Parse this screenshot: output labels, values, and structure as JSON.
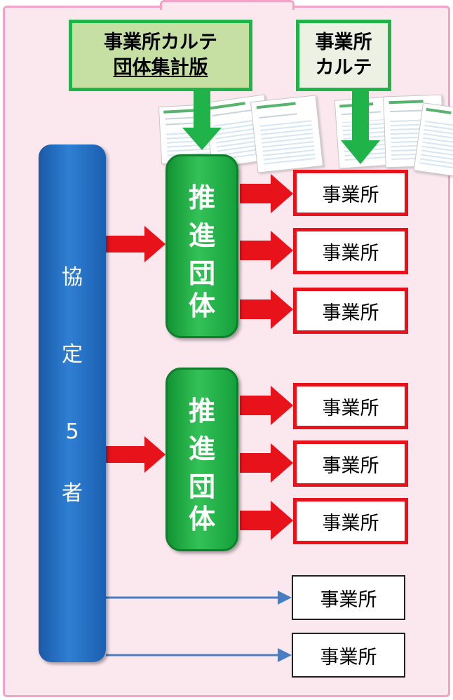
{
  "headers": {
    "karte_group_line1": "事業所カルテ",
    "karte_group_line2": "団体集計版",
    "karte_line1": "事業所",
    "karte_line2": "カルテ"
  },
  "kyotei": {
    "chars": [
      "協",
      "定",
      "5",
      "者"
    ]
  },
  "suishin": {
    "chars": [
      "推",
      "進",
      "団",
      "体"
    ]
  },
  "office_label": "事業所",
  "colors": {
    "pink_bg": "#fbe8ef",
    "pink_border": "#f2a3c6",
    "green": "#1fb34a",
    "blue": "#1a5aa8",
    "red": "#e8121a",
    "line_blue": "#4a7dc0"
  }
}
